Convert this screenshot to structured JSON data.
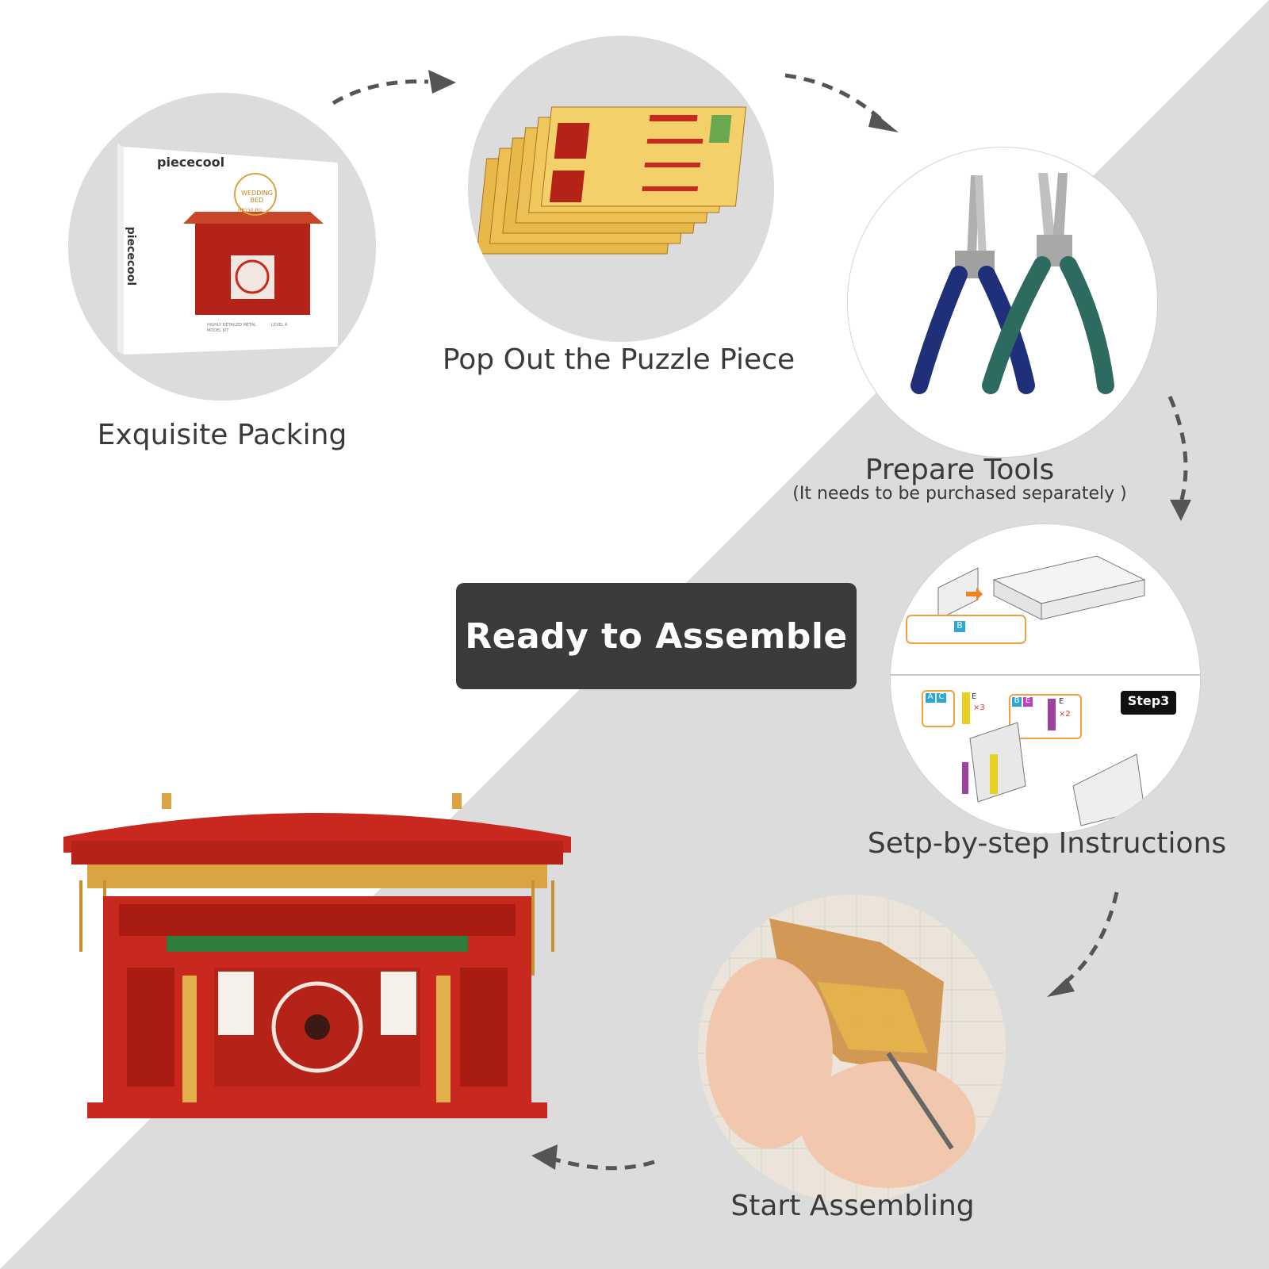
{
  "steps": [
    {
      "caption": "Exquisite Packing",
      "icon": "gift-box-icon"
    },
    {
      "caption": "Pop Out the Puzzle Piece",
      "icon": "metal-sheets-icon"
    },
    {
      "caption": "Prepare Tools",
      "note": "(It needs to be purchased separately  )",
      "icon": "pliers-icon"
    },
    {
      "caption": "Setp-by-step Instructions",
      "icon": "instructions-icon"
    },
    {
      "caption": "Start Assembling",
      "icon": "hands-assembling-icon"
    }
  ],
  "badge": "Ready to Assemble",
  "box": {
    "brand": "piececool",
    "product_name": "WEDDING BED",
    "model_code": "HP150-RG",
    "tagline": "HIGHLY DETAILED METAL MODEL KIT",
    "level": "LEVEL 4"
  },
  "instructions": {
    "step_badge": "Step3",
    "labels": [
      "B",
      "A",
      "C",
      "B",
      "E",
      "E",
      "E"
    ],
    "counts": [
      "×3",
      "×2"
    ]
  },
  "colors": {
    "diagonal_gray": "#dcdcdc",
    "badge_bg": "#3a3a3a",
    "text": "#3a3a3a",
    "accent_red": "#c8281e",
    "accent_gold": "#d9a441"
  }
}
